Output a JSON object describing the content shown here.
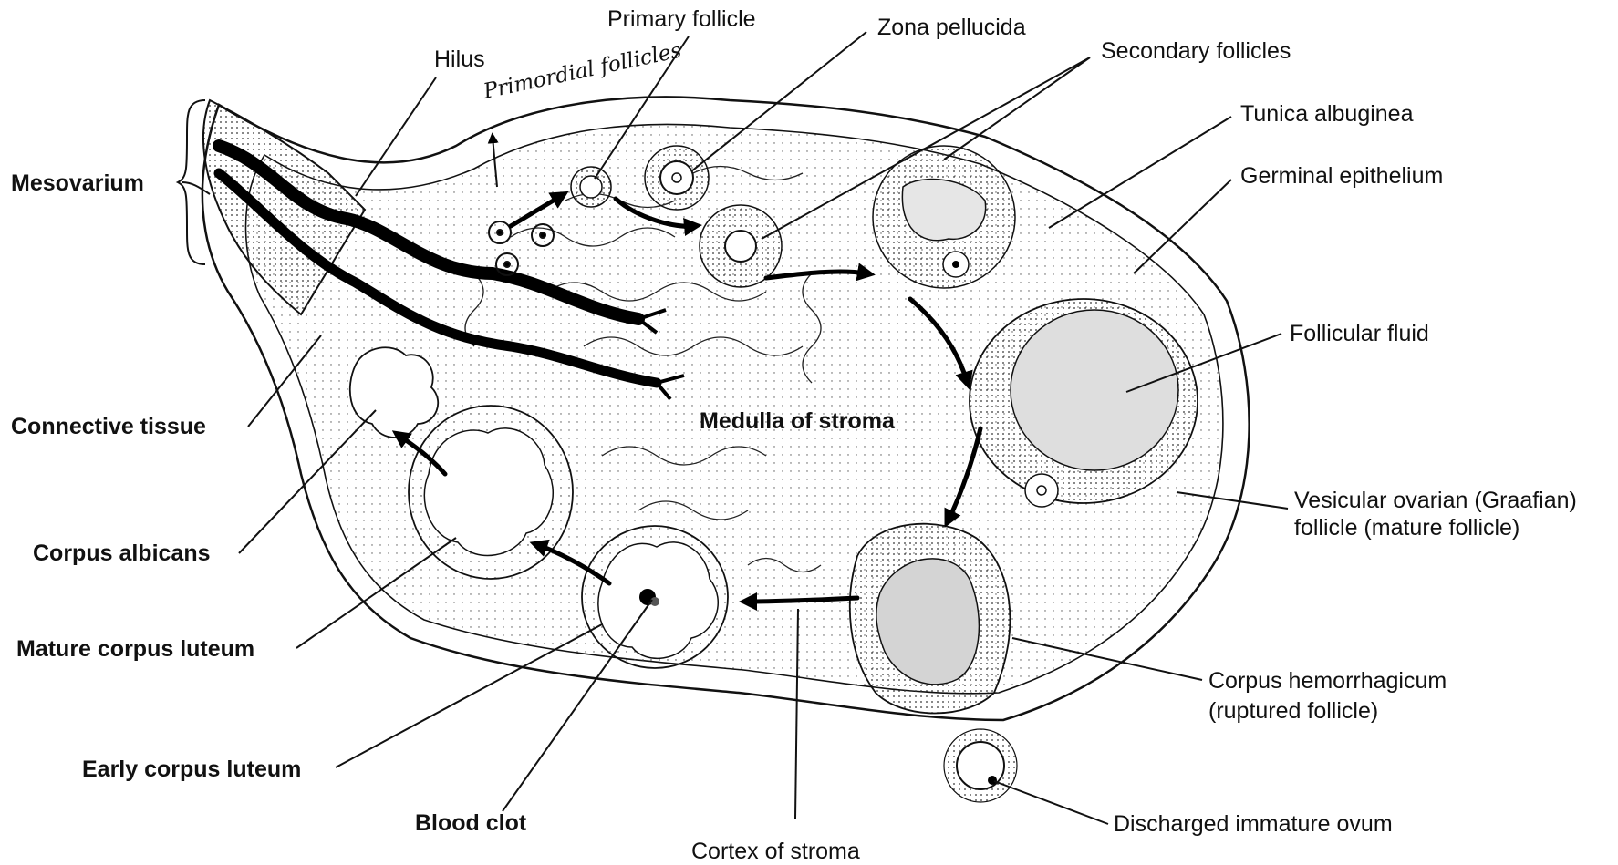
{
  "diagram": {
    "labels": {
      "hilus": "Hilus",
      "primordial_follicles": "Primordial follicles",
      "primary_follicle": "Primary follicle",
      "zona_pellucida": "Zona pellucida",
      "secondary_follicles": "Secondary follicles",
      "tunica_albuginea": "Tunica albuginea",
      "germinal_epithelium": "Germinal epithelium",
      "mesovarium": "Mesovarium",
      "follicular_fluid": "Follicular fluid",
      "connective_tissue": "Connective tissue",
      "medulla_of_stroma": "Medulla of stroma",
      "vesicular_follicle_line1": "Vesicular ovarian (Graafian)",
      "vesicular_follicle_line2": "follicle (mature follicle)",
      "corpus_albicans": "Corpus albicans",
      "mature_corpus_luteum": "Mature corpus luteum",
      "corpus_hemorrhagicum_line1": "Corpus hemorrhagicum",
      "corpus_hemorrhagicum_line2": "(ruptured follicle)",
      "early_corpus_luteum": "Early corpus luteum",
      "blood_clot": "Blood clot",
      "discharged_ovum": "Discharged immature ovum",
      "cortex_of_stroma": "Cortex of stroma"
    }
  }
}
